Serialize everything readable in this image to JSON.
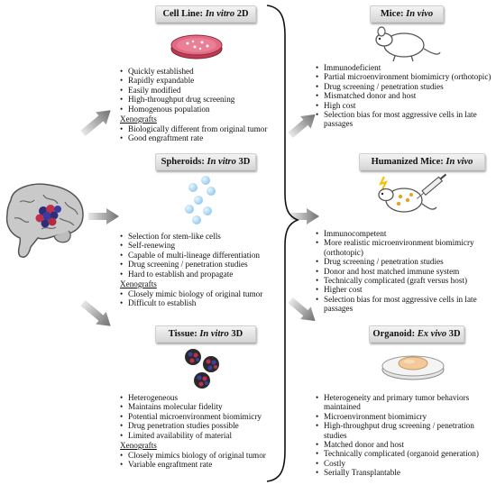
{
  "cell_line": {
    "title_pre": "Cell Line: ",
    "title_em": "In vitro",
    "title_post": " 2D",
    "bullets": [
      "Quickly established",
      "Rapidly expandable",
      "Easily modified",
      "High-throughput drug screening",
      "Homogenous population"
    ],
    "xeno_label": "Xenografts",
    "xeno_bullets": [
      "Biologically different from original tumor",
      "Good engraftment rate"
    ]
  },
  "spheroids": {
    "title_pre": "Spheroids: ",
    "title_em": "In vitro",
    "title_post": " 3D",
    "bullets": [
      "Selection for stem-like cells",
      "Self-renewing",
      "Capable of multi-lineage differentiation",
      "Drug screening / penetration studies",
      "Hard to establish and propagate"
    ],
    "xeno_label": "Xenografts",
    "xeno_bullets": [
      "Closely mimic biology of original tumor",
      "Difficult to establish"
    ]
  },
  "tissue": {
    "title_pre": "Tissue: ",
    "title_em": "In vitro",
    "title_post": " 3D",
    "bullets": [
      "Heterogeneous",
      "Maintains molecular fidelity",
      "Potential microenvironment biomimicry",
      "Drug penetration studies possible",
      "Limited availability of material"
    ],
    "xeno_label": "Xenografts",
    "xeno_bullets": [
      "Closely mimics biology of original tumor",
      "Variable engraftment rate"
    ]
  },
  "mice": {
    "title_pre": "Mice: ",
    "title_em": "In vivo",
    "title_post": "",
    "bullets": [
      "Immunodeficient",
      "Partial microenvironment biomimicry (orthotopic)",
      "Drug screening / penetration studies",
      "Mismatched donor and host",
      "High cost",
      "Selection bias for most aggressive cells in late passages"
    ]
  },
  "humanized": {
    "title_pre": "Humanized Mice: ",
    "title_em": "In vivo",
    "title_post": "",
    "bullets": [
      "Immunocompetent",
      "More realistic microenvironment biomimicry (orthotopic)",
      "Drug screening / penetration studies",
      "Donor and host matched immune system",
      "Technically complicated (graft versus host)",
      "Higher cost",
      "Selection bias for most aggressive cells in late passages"
    ]
  },
  "organoid": {
    "title_pre": "Organoid: ",
    "title_em": "Ex vivo",
    "title_post": " 3D",
    "bullets": [
      "Heterogeneity and primary tumor behaviors maintained",
      "Microenvironment biomimicry",
      "High-throughput drug screening / penetration studies",
      "Matched donor and host",
      "Technically complicated (organoid generation)",
      "Costly",
      "Serially Transplantable"
    ]
  },
  "icons": {
    "source": "brain-icon",
    "cell_line": "petri-dish-icon",
    "spheroids": "spheroids-icon",
    "tissue": "tissue-fragments-icon",
    "mice": "mouse-icon",
    "humanized": "syringe-mouse-icon",
    "organoid": "organoid-dish-icon"
  }
}
